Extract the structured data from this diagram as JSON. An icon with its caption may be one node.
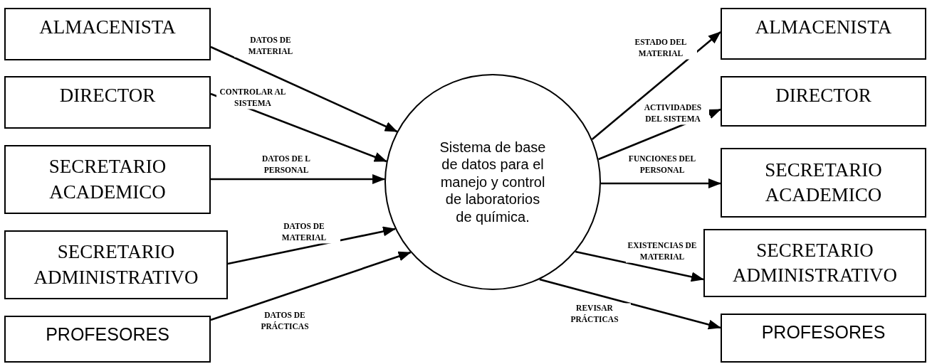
{
  "diagram": {
    "nodes": [
      {
        "text": [
          "ALMACENISTA"
        ]
      },
      {
        "text": [
          "DIRECTOR"
        ]
      },
      {
        "text": [
          "SECRETARIO ACADEMICO"
        ]
      },
      {
        "text": [
          "SECRETARIO ADMINISTRATIVO"
        ]
      },
      {
        "text": [
          "PROFESORES"
        ]
      },
      {
        "text": [
          "Sistema de base de datos para el manejo y control de laboratorios de química."
        ]
      },
      {
        "text": [
          "ALMACENISTA"
        ]
      },
      {
        "text": [
          "DIRECTOR"
        ]
      },
      {
        "text": [
          "SECRETARIO ACADEMICO"
        ]
      },
      {
        "text": [
          "SECRETARIO ADMINISTRATIVO"
        ]
      },
      {
        "text": [
          "PROFESORES"
        ]
      }
    ],
    "edges": [
      {
        "from": 0,
        "to": 5,
        "arrow": "to",
        "label": "DATOS DE MATERIAL"
      },
      {
        "from": 1,
        "to": 5,
        "arrow": "to",
        "label": "CONTROLAR AL SISTEMA"
      },
      {
        "from": 2,
        "to": 5,
        "arrow": "to",
        "label": "DATOS DE L PERSONAL"
      },
      {
        "from": 3,
        "to": 5,
        "arrow": "to",
        "label": "DATOS DE MATERIAL"
      },
      {
        "from": 4,
        "to": 5,
        "arrow": "to",
        "label": "DATOS DE PRÁCTICAS"
      },
      {
        "from": 5,
        "to": 6,
        "arrow": "to",
        "label": "ESTADO DEL MATERIAL"
      },
      {
        "from": 5,
        "to": 7,
        "arrow": "to",
        "label": "ACTIVIDADES DEL SISTEMA"
      },
      {
        "from": 5,
        "to": 8,
        "arrow": "to",
        "label": "FUNCIONES DEL PERSONAL"
      },
      {
        "from": 5,
        "to": 9,
        "arrow": "to",
        "label": "EXISTENCIAS DE MATERIAL"
      },
      {
        "from": 5,
        "to": 10,
        "arrow": "to",
        "label": "REVISAR PRÁCTICAS"
      }
    ]
  }
}
